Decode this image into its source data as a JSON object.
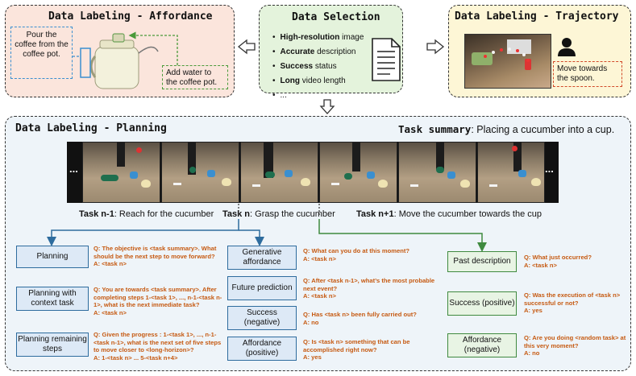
{
  "affordance_panel": {
    "title": "Data Labeling - Affordance",
    "left_note": "Pour the coffee from the coffee pot.",
    "right_note": "Add water to the coffee pot."
  },
  "selection_panel": {
    "title": "Data Selection",
    "items": [
      {
        "bold": "High-resolution",
        "rest": " image"
      },
      {
        "bold": "Accurate",
        "rest": " description"
      },
      {
        "bold": "Success",
        "rest": " status"
      },
      {
        "bold": "Long",
        "rest": " video length"
      },
      {
        "bold": "",
        "rest": "..."
      }
    ]
  },
  "trajectory_panel": {
    "title": "Data Labeling - Trajectory",
    "note": "Move towards the spoon."
  },
  "planning_panel": {
    "title": "Data Labeling - Planning",
    "summary_bold": "Task summary",
    "summary_rest": ": Placing a cucumber into a cup.",
    "ellipsis": "..."
  },
  "tasks": [
    {
      "bold": "Task n-1",
      "rest": ": Reach for the cucumber"
    },
    {
      "bold": "Task n",
      "rest": ": Grasp the cucumber"
    },
    {
      "bold": "Task n+1",
      "rest": ": Move the cucumber towards the cup"
    }
  ],
  "left_boxes": [
    {
      "label": "Planning",
      "q": "Q: The objective is <task summary>. What should be the next step to move forward?",
      "a": "A: <task n>"
    },
    {
      "label": "Planning with context task",
      "q": "Q: You are towards <task summary>. After completing steps 1-<task 1>, ..., n-1-<task n-1>, what is the next immediate task?",
      "a": "A: <task n>"
    },
    {
      "label": "Planning remaining steps",
      "q": "Q: Given the progress : 1-<task 1>, ..., n-1-<task n-1>, what is the next set of five steps to move closer to <long-horizon>?",
      "a": "A: 1-<task n> ... 5-<task n+4>"
    }
  ],
  "middle_boxes": [
    {
      "label": "Generative affordance",
      "q": "Q: What can you do at this moment?",
      "a": "A: <task n>"
    },
    {
      "label": "Future prediction",
      "q": "Q: After <task n-1>, what’s the most probable next event?",
      "a": "A: <task n>"
    },
    {
      "label": "Success (negative)",
      "q": "Q: Has <task n> been fully carried out?",
      "a": "A: no"
    },
    {
      "label": "Affordance (positive)",
      "q": "Q: Is <task n> something that can be accomplished right now?",
      "a": "A: yes"
    }
  ],
  "right_boxes": [
    {
      "label": "Past description",
      "q": "Q: What just occurred?",
      "a": "A: <task n>"
    },
    {
      "label": "Success (positive)",
      "q": "Q: Was the execution of <task n> successful or not?",
      "a": "A: yes"
    },
    {
      "label": "Affordance (negative)",
      "q": "Q: Are you doing <random task> at this very moment?",
      "a": "A: no"
    }
  ],
  "colors": {
    "affordance_bg": "#fbe5dc",
    "selection_bg": "#e4f3dc",
    "trajectory_bg": "#fdf6d6",
    "planning_bg": "#eef4f9",
    "blue": "#2e6c9e",
    "green": "#3f8a3f",
    "qa_text": "#c65a12"
  }
}
